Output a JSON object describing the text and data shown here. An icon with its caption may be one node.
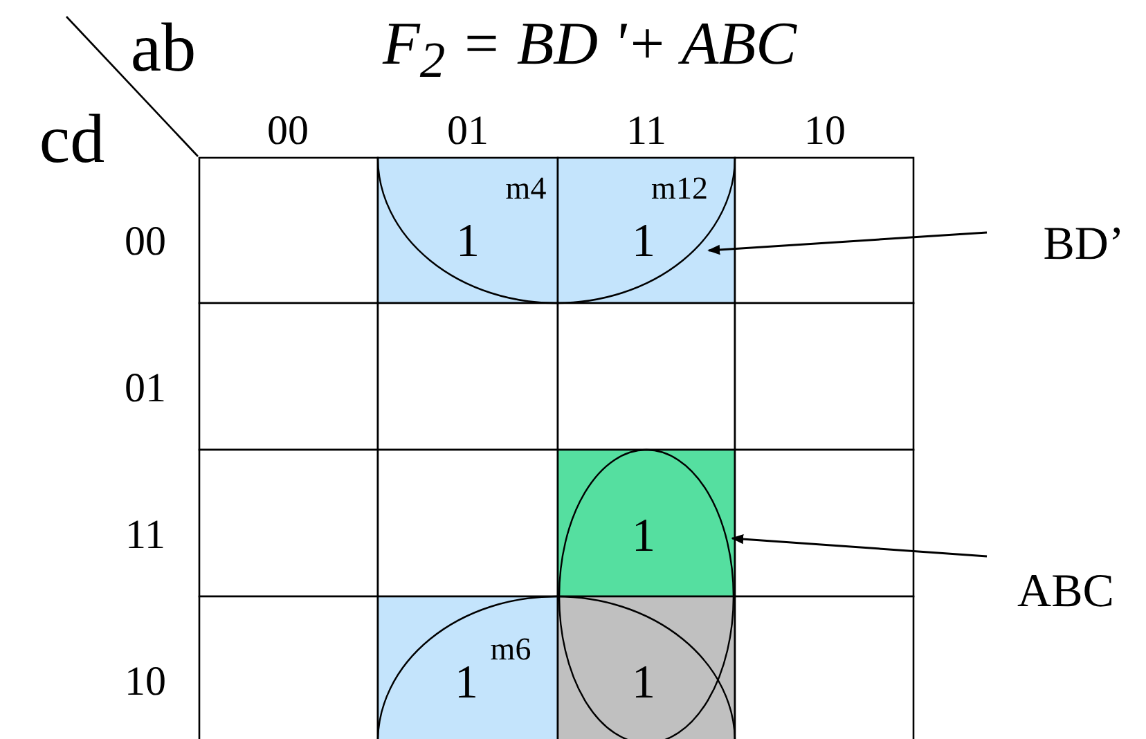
{
  "diagram": {
    "title": "F$_{2}$ = BD '+ ABC",
    "nodes": [
      {
        "text": [
          "BD’"
        ]
      },
      {
        "text": [],
        "shape": "circle"
      },
      {
        "text": [
          "ABC"
        ]
      },
      {
        "text": [],
        "shape": "circle"
      },
      {
        "text": [],
        "shape": "circle"
      }
    ],
    "edges": [
      {
        "from": 0,
        "to": 1,
        "arrow": "to"
      },
      {
        "from": 2,
        "to": 3,
        "arrow": "to"
      }
    ],
    "labels": [
      "ab",
      "cd",
      "00",
      "01",
      "11",
      "10",
      "00",
      "m4",
      "1",
      "m12",
      "1",
      "01",
      "11",
      "1",
      "10",
      "1",
      "m6",
      "1"
    ]
  }
}
